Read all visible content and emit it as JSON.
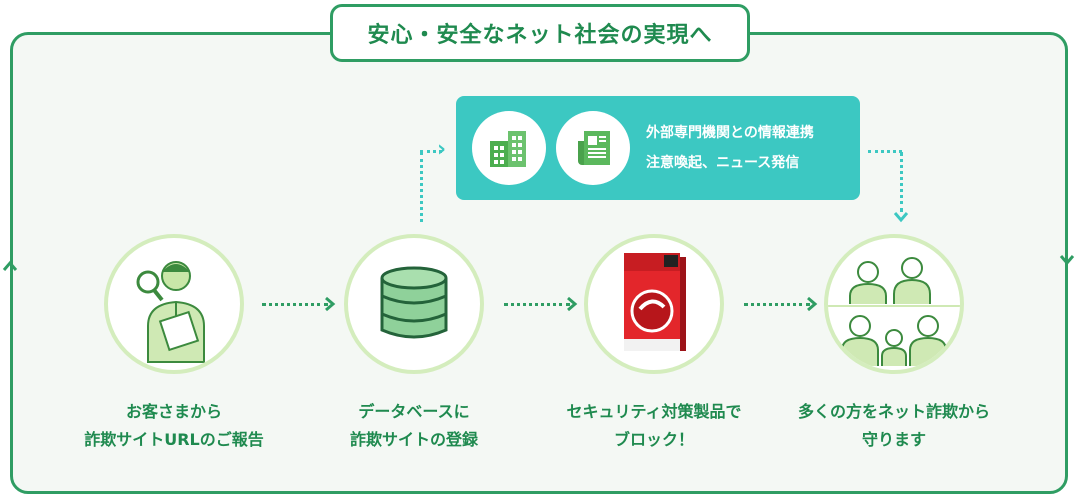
{
  "title": "安心・安全なネット社会の実現へ",
  "external": {
    "line1": "外部専門機関との情報連携",
    "line2": "注意喚起、ニュース発信"
  },
  "steps": [
    {
      "line1": "お客さまから",
      "line2": "詐欺サイトURLのご報告"
    },
    {
      "line1": "データベースに",
      "line2": "詐欺サイトの登録"
    },
    {
      "line1": "セキュリティ対策製品で",
      "line2": "ブロック！"
    },
    {
      "line1": "多くの方をネット詐欺から",
      "line2": "守ります"
    }
  ],
  "colors": {
    "green": "#2f9d63",
    "teal": "#3cc8c2",
    "light_green": "#d4edbd",
    "background": "#f4f8f4"
  }
}
